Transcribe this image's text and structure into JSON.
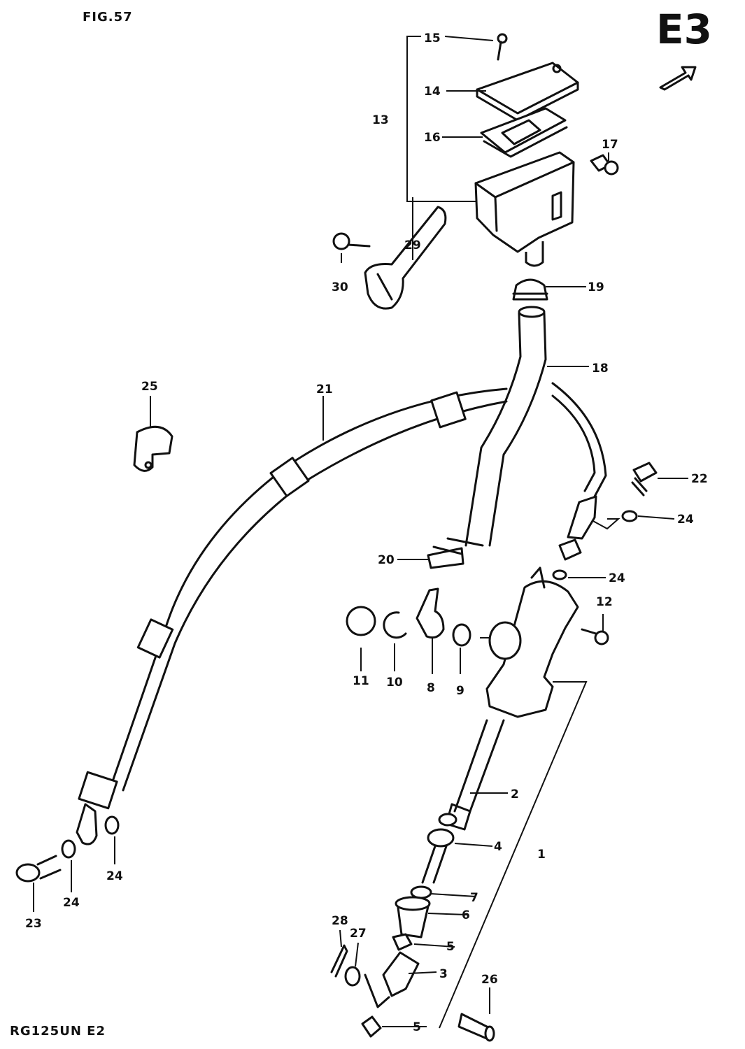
{
  "header": {
    "ref": "FIG.57",
    "badge": "E3"
  },
  "footer": {
    "model": "RG125UN E2"
  },
  "callouts": [
    "1",
    "2",
    "3",
    "4",
    "5",
    "5",
    "6",
    "7",
    "8",
    "9",
    "10",
    "11",
    "12",
    "13",
    "14",
    "15",
    "16",
    "17",
    "18",
    "19",
    "20",
    "21",
    "22",
    "23",
    "24",
    "24",
    "24",
    "24",
    "24",
    "25",
    "26",
    "27",
    "28",
    "29",
    "30"
  ]
}
